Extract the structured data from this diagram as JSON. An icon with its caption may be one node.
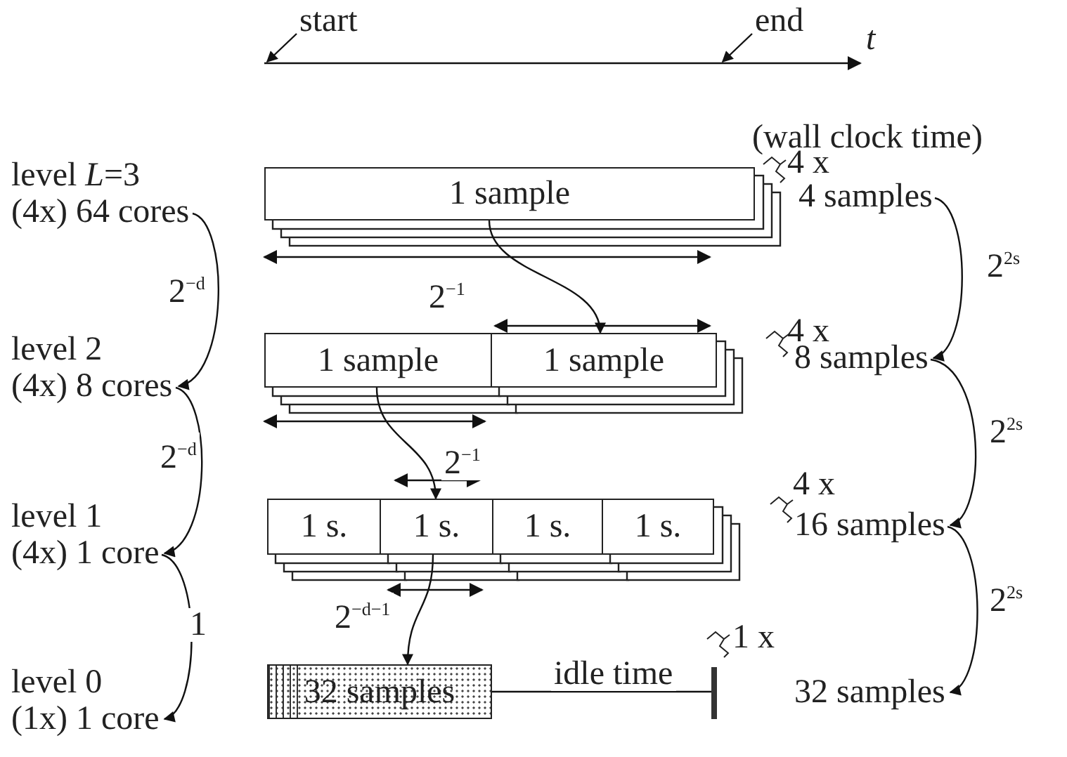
{
  "diagram": {
    "nodes": [
      {
        "text": [
          "level *L*=3",
          "(4x) 64 cores"
        ]
      },
      {
        "text": [
          "level 2",
          "(4x) 8 cores"
        ]
      },
      {
        "text": [
          "level 1",
          "(4x) 1 core"
        ]
      },
      {
        "text": [
          "level 0",
          "(1x) 1 core"
        ]
      },
      {
        "text": [
          "1 sample"
        ]
      },
      {
        "text": [
          "1 sample"
        ]
      },
      {
        "text": [
          "1 sample"
        ]
      },
      {
        "text": [
          "1 s."
        ]
      },
      {
        "text": [
          "1 s."
        ]
      },
      {
        "text": [
          "1 s."
        ]
      },
      {
        "text": [
          "1 s."
        ]
      },
      {
        "text": [
          "32 samples"
        ]
      },
      {
        "text": [
          "4 samples"
        ]
      },
      {
        "text": [
          "8 samples"
        ]
      },
      {
        "text": [
          "16 samples"
        ]
      },
      {
        "text": [
          "32 samples"
        ]
      },
      {
        "text": [
          "start"
        ]
      },
      {
        "text": [
          "end"
        ]
      },
      {
        "text": [],
        "shape": "bar"
      }
    ],
    "edges": [
      {
        "from": 0,
        "to": 1,
        "arrow": "to",
        "label": "2$^{−d}$"
      },
      {
        "from": 1,
        "to": 2,
        "arrow": "to",
        "label": "2$^{−d}$"
      },
      {
        "from": 2,
        "to": 3,
        "arrow": "to",
        "label": "1"
      },
      {
        "from": 12,
        "to": 13,
        "arrow": "to",
        "label": "2$^{2s}$"
      },
      {
        "from": 13,
        "to": 14,
        "arrow": "to",
        "label": "2$^{2s}$"
      },
      {
        "from": 14,
        "to": 15,
        "arrow": "to",
        "label": "2$^{2s}$"
      },
      {
        "from": 4,
        "to": 6,
        "arrow": "to",
        "label": "2$^{−1}$"
      },
      {
        "from": 5,
        "to": 8,
        "arrow": "to",
        "label": "2$^{−1}$"
      },
      {
        "from": 8,
        "to": 11,
        "arrow": "to",
        "label": "2$^{−d−1}$"
      },
      {
        "from": 16,
        "to": null,
        "arrow": "to"
      },
      {
        "from": 17,
        "to": null,
        "arrow": "to"
      },
      {
        "from": 11,
        "to": 18,
        "arrow": "none",
        "label": "idle time"
      }
    ],
    "labels": [
      "t",
      "(wall clock time)",
      "4 x",
      "4 x",
      "4 x",
      "1 x"
    ]
  }
}
